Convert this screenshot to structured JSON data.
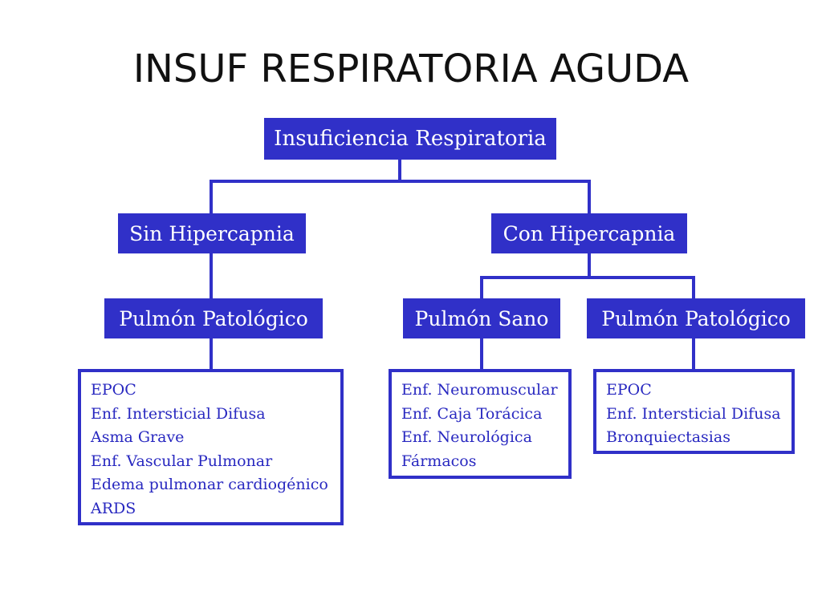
{
  "title": "INSUF RESPIRATORIA AGUDA",
  "nodes": {
    "root": "Insuficiencia Respiratoria",
    "sin_hipercapnia": "Sin Hipercapnia",
    "con_hipercapnia": "Con Hipercapnia",
    "pulmon_patologico_left": "Pulmón Patológico",
    "pulmon_sano": "Pulmón Sano",
    "pulmon_patologico_right": "Pulmón Patológico"
  },
  "lists": {
    "left": [
      "EPOC",
      "Enf. Intersticial Difusa",
      "Asma Grave",
      "Enf. Vascular Pulmonar",
      "Edema pulmonar cardiogénico",
      "ARDS"
    ],
    "middle": [
      "Enf. Neuromuscular",
      "Enf. Caja Torácica",
      "Enf. Neurológica",
      "Fármacos"
    ],
    "right": [
      "EPOC",
      "Enf. Intersticial Difusa",
      "Bronquiectasias"
    ]
  },
  "colors": {
    "node_fill": "#3030c8",
    "node_text": "#ffffff",
    "list_text": "#2828c0",
    "connector": "#3030c8"
  }
}
